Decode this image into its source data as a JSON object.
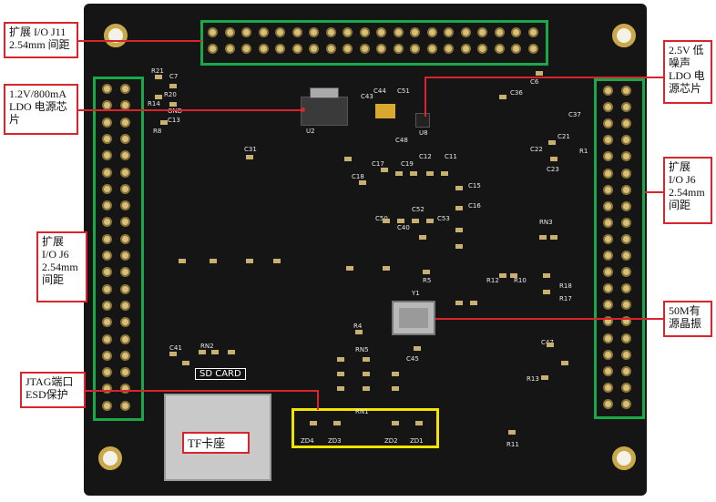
{
  "callouts": {
    "j11": "扩展 I/O J11\n2.54mm 间距",
    "ldo12": "1.2V/800mA\nLDO 电源芯\n片",
    "ldo25": "2.5V 低\n噪声\nLDO 电\n源芯片",
    "j6_right": "扩展\nI/O J6\n2.54mm\n间距",
    "j6_left": "扩展\nI/O J6\n2.54mm\n间距",
    "osc": "50M有\n源晶振",
    "jtag": "JTAG端口\nESD保护",
    "tf": "TF卡座"
  },
  "silkscreen": {
    "sd_card": "SD CARD",
    "u2": "U2",
    "u8": "U8",
    "y1": "Y1",
    "rn1": "RN1",
    "rn2": "RN2",
    "rn3": "RN3",
    "rn5": "RN5",
    "zd4": "ZD4",
    "zd3": "ZD3",
    "zd2": "ZD2",
    "zd1": "ZD1",
    "c6": "C6",
    "c7": "C7",
    "c11": "C11",
    "c12": "C12",
    "c13": "C13",
    "c15": "C15",
    "c16": "C16",
    "c17": "C17",
    "c18": "C18",
    "c19": "C19",
    "c21": "C21",
    "c22": "C22",
    "c23": "C23",
    "c31": "C31",
    "c36": "C36",
    "c37": "C37",
    "c40": "C40",
    "c41": "C41",
    "c43": "C43",
    "c44": "C44",
    "c45": "C45",
    "c47": "C47",
    "c48": "C48",
    "c50": "C50",
    "c51": "C51",
    "c52": "C52",
    "c53": "C53",
    "r1": "R1",
    "r4": "R4",
    "r5": "R5",
    "r8": "R8",
    "r10": "R10",
    "r11": "R11",
    "r12": "R12",
    "r13": "R13",
    "r14": "R14",
    "r17": "R17",
    "r18": "R18",
    "r20": "R20",
    "r21": "R21",
    "gnd": "GND"
  }
}
